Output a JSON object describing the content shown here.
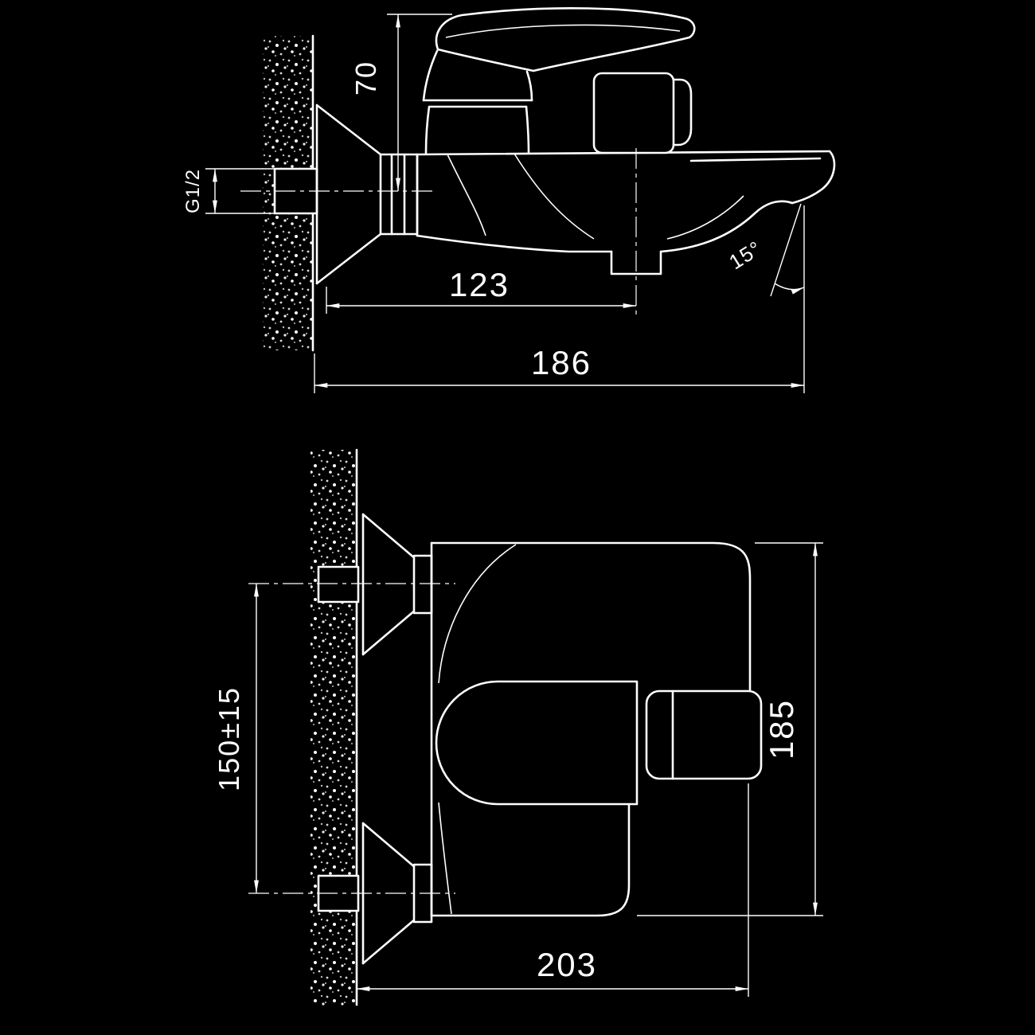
{
  "page": {
    "background": "#000000",
    "line_color": "#ffffff"
  },
  "side_view": {
    "dims": {
      "handle_height": "70",
      "inlet_thread": "G1/2",
      "spout_reach": "123",
      "overall_depth": "186",
      "spout_angle": "15°"
    }
  },
  "front_view": {
    "dims": {
      "inlet_spacing": "150±15",
      "body_height": "185",
      "overall_width": "203"
    }
  }
}
